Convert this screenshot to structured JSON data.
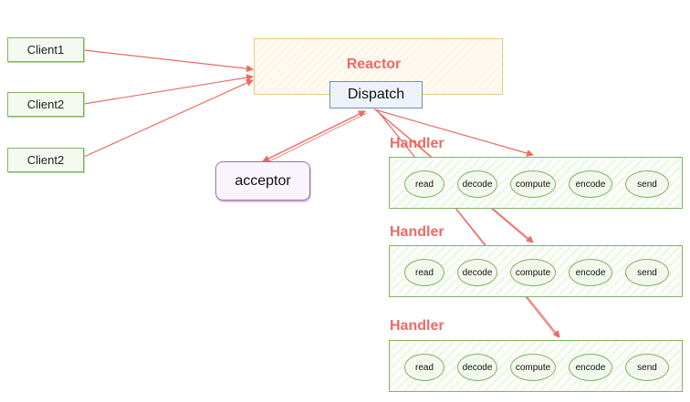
{
  "clients": [
    "Client1",
    "Client2",
    "Client2"
  ],
  "reactor": {
    "title": "Reactor",
    "dispatch": "Dispatch"
  },
  "acceptor": "acceptor",
  "handlers": [
    {
      "label": "Handler",
      "ops": [
        "read",
        "decode",
        "compute",
        "encode",
        "send"
      ]
    },
    {
      "label": "Handler",
      "ops": [
        "read",
        "decode",
        "compute",
        "encode",
        "send"
      ]
    },
    {
      "label": "Handler",
      "ops": [
        "read",
        "decode",
        "compute",
        "encode",
        "send"
      ]
    }
  ],
  "colors": {
    "arrow": "#ea6b66",
    "label_accent": "#ea6b66",
    "client_border": "#82b366",
    "reactor_border": "#e8c87a",
    "dispatch_border": "#6c8ebf",
    "acceptor_border": "#9673a6"
  }
}
